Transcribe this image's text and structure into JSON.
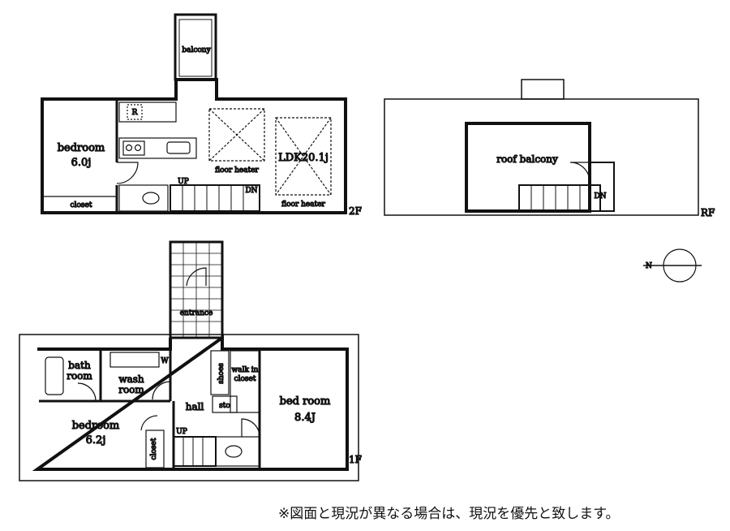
{
  "floor2": {
    "floor_label": "2F",
    "balcony": "balcony",
    "bedroom_name": "bedroom",
    "bedroom_size": "6.0j",
    "closet": "closet",
    "ldk": "LDK20.1j",
    "floor_heater_1": "floor heater",
    "floor_heater_2": "floor heater",
    "up": "UP",
    "dn": "DN",
    "r_mark": "R"
  },
  "roof": {
    "floor_label": "RF",
    "roof_balcony": "roof balcony",
    "dn": "DN"
  },
  "floor1": {
    "floor_label": "1F",
    "entrance": "entrance",
    "bath": "bath",
    "bath2": "room",
    "wash": "wash",
    "wash2": "room",
    "w_mark": "W",
    "shoes": "shoes",
    "walk_in_1": "walk in",
    "walk_in_2": "closet",
    "sto": "sto",
    "hall": "hall",
    "bedroom_name": "bedroom",
    "bedroom_size": "6.2j",
    "bedroom2_name": "bed room",
    "bedroom2_size": "8.4J",
    "closet": "closet",
    "up": "UP"
  },
  "compass": {
    "north": "N"
  },
  "note": "※図面と現況が異なる場合は、現況を優先と致します。"
}
